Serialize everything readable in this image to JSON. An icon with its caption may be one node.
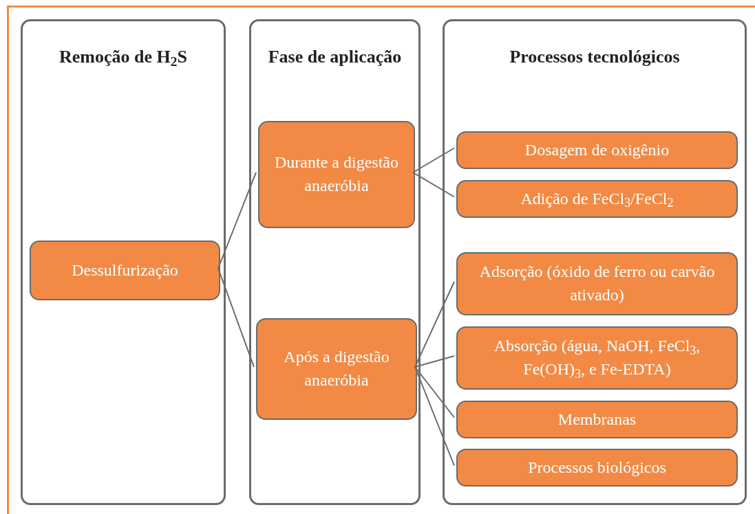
{
  "diagram": {
    "nodes": [
      {
        "text": [
          "Remoção de H$_{2}$S"
        ]
      },
      {
        "text": [
          "Fase de aplicação"
        ]
      },
      {
        "text": [
          "Processos tecnológicos"
        ]
      },
      {
        "text": [
          "Dessulfurização"
        ],
        "in": 0
      },
      {
        "text": [
          "Durante a digestão anaeróbia"
        ],
        "in": 1
      },
      {
        "text": [
          "Após a digestão anaeróbia"
        ],
        "in": 1
      },
      {
        "text": [
          "Dosagem de oxigênio"
        ],
        "in": 2
      },
      {
        "text": [
          "Adição de FeCl$_{3}$/FeCl$_{2}$"
        ],
        "in": 2
      },
      {
        "text": [
          "Adsorção (óxido de ferro ou carvão ativado)"
        ],
        "in": 2
      },
      {
        "text": [
          "Absorção (água, NaOH, FeCl$_{3}$, Fe(OH)$_{3}$, e Fe-EDTA)"
        ],
        "in": 2
      },
      {
        "text": [
          "Membranas"
        ],
        "in": 2
      },
      {
        "text": [
          "Processos biológicos"
        ],
        "in": 2
      }
    ],
    "edges": [
      {
        "from": 3,
        "to": 4,
        "arrow": "none"
      },
      {
        "from": 3,
        "to": 5,
        "arrow": "none"
      },
      {
        "from": 4,
        "to": 6,
        "arrow": "none"
      },
      {
        "from": 4,
        "to": 7,
        "arrow": "none"
      },
      {
        "from": 5,
        "to": 8,
        "arrow": "none"
      },
      {
        "from": 5,
        "to": 9,
        "arrow": "none"
      },
      {
        "from": 5,
        "to": 10,
        "arrow": "none"
      },
      {
        "from": 5,
        "to": 11,
        "arrow": "none"
      }
    ]
  }
}
